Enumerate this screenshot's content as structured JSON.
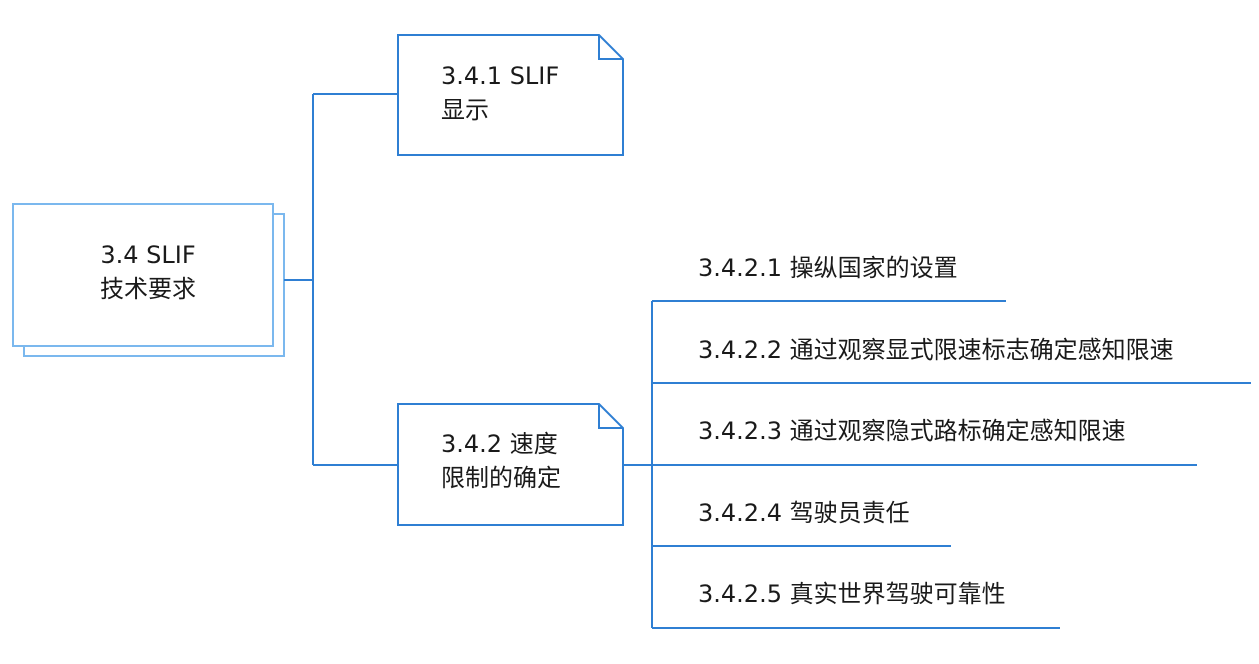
{
  "root": {
    "line1": "3.4 SLIF",
    "line2": "技术要求"
  },
  "children": [
    {
      "line1": "3.4.1 SLIF",
      "line2": "显示"
    },
    {
      "line1": "3.4.2 速度",
      "line2": "限制的确定"
    }
  ],
  "leaves": [
    "3.4.2.1 操纵国家的设置",
    "3.4.2.2 通过观察显式限速标志确定感知限速",
    "3.4.2.3 通过观察隐式路标确定感知限速",
    "3.4.2.4 驾驶员责任",
    "3.4.2.5 真实世界驾驶可靠性"
  ],
  "colors": {
    "root_border": "#7bb8ee",
    "node_border": "#2f7fd3",
    "connector": "#2f7fd3"
  }
}
